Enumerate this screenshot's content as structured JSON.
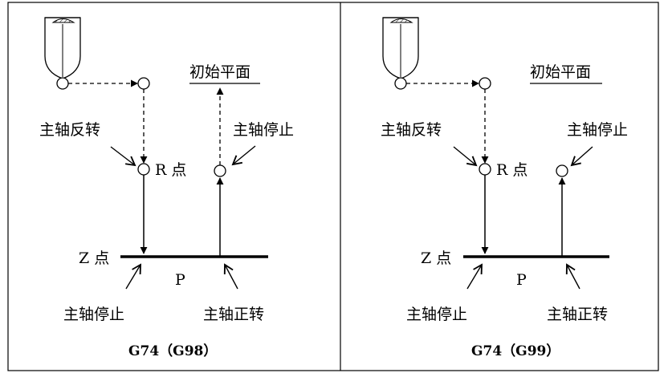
{
  "panels": [
    {
      "initial_plane_label": "初始平面",
      "spindle_reverse_label": "主轴反转",
      "spindle_stop_top_label": "主轴停止",
      "r_point_label": "R 点",
      "z_point_label": "Z 点",
      "p_label": "P",
      "spindle_stop_bottom_label": "主轴停止",
      "spindle_forward_label": "主轴正转",
      "caption": "G74（G98）"
    },
    {
      "initial_plane_label": "初始平面",
      "spindle_reverse_label": "主轴反转",
      "spindle_stop_top_label": "主轴停止",
      "r_point_label": "R 点",
      "z_point_label": "Z 点",
      "p_label": "P",
      "spindle_stop_bottom_label": "主轴停止",
      "spindle_forward_label": "主轴正转",
      "caption": "G74（G99）"
    }
  ]
}
